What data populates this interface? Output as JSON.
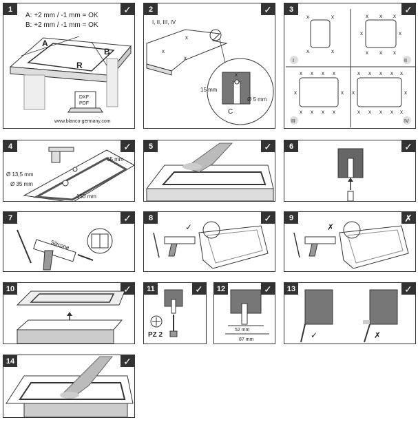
{
  "panels": [
    {
      "num": "1",
      "check": "✓"
    },
    {
      "num": "2",
      "check": "✓"
    },
    {
      "num": "3",
      "check": "✓"
    },
    {
      "num": "4",
      "check": "✓"
    },
    {
      "num": "5",
      "check": "✓"
    },
    {
      "num": "6",
      "check": "✓"
    },
    {
      "num": "7",
      "check": "✓"
    },
    {
      "num": "8",
      "check": "✓"
    },
    {
      "num": "9",
      "check": "✗"
    },
    {
      "num": "10",
      "check": "✓"
    },
    {
      "num": "11",
      "check": "✓"
    },
    {
      "num": "12",
      "check": "✓"
    },
    {
      "num": "13",
      "check": "✓"
    },
    {
      "num": "14",
      "check": "✓"
    }
  ],
  "p1": {
    "tol_a": "A: +2 mm / -1 mm = OK",
    "tol_b": "B: +2 mm / -1 mm = OK",
    "label_a": "A",
    "label_b": "B",
    "label_r": "R",
    "dxf": "DXF",
    "pdf": "PDF",
    "url": "www.blanco-germany.com"
  },
  "p2": {
    "variants": "I, II, III, IV",
    "dim_15": "15 mm",
    "dim_5": "Ø 5 mm",
    "label_c": "C",
    "mark_x": "x"
  },
  "p3": {
    "mark_x": "x",
    "q1": "I",
    "q2": "II",
    "q3": "III",
    "q4": "IV"
  },
  "p4": {
    "d1": "Ø 13,5 mm",
    "d2": "Ø 35 mm",
    "d3": "65 mm",
    "d4": "150 mm"
  },
  "p7": {
    "silicone": "Silicone"
  },
  "p8": {
    "mark": "✓"
  },
  "p9": {
    "mark": "✗"
  },
  "p11": {
    "pz": "PZ 2"
  },
  "p12": {
    "dim_a": "52 mm",
    "dim_b": "87 mm"
  },
  "p13": {
    "ok": "✓",
    "bad": "✗"
  }
}
